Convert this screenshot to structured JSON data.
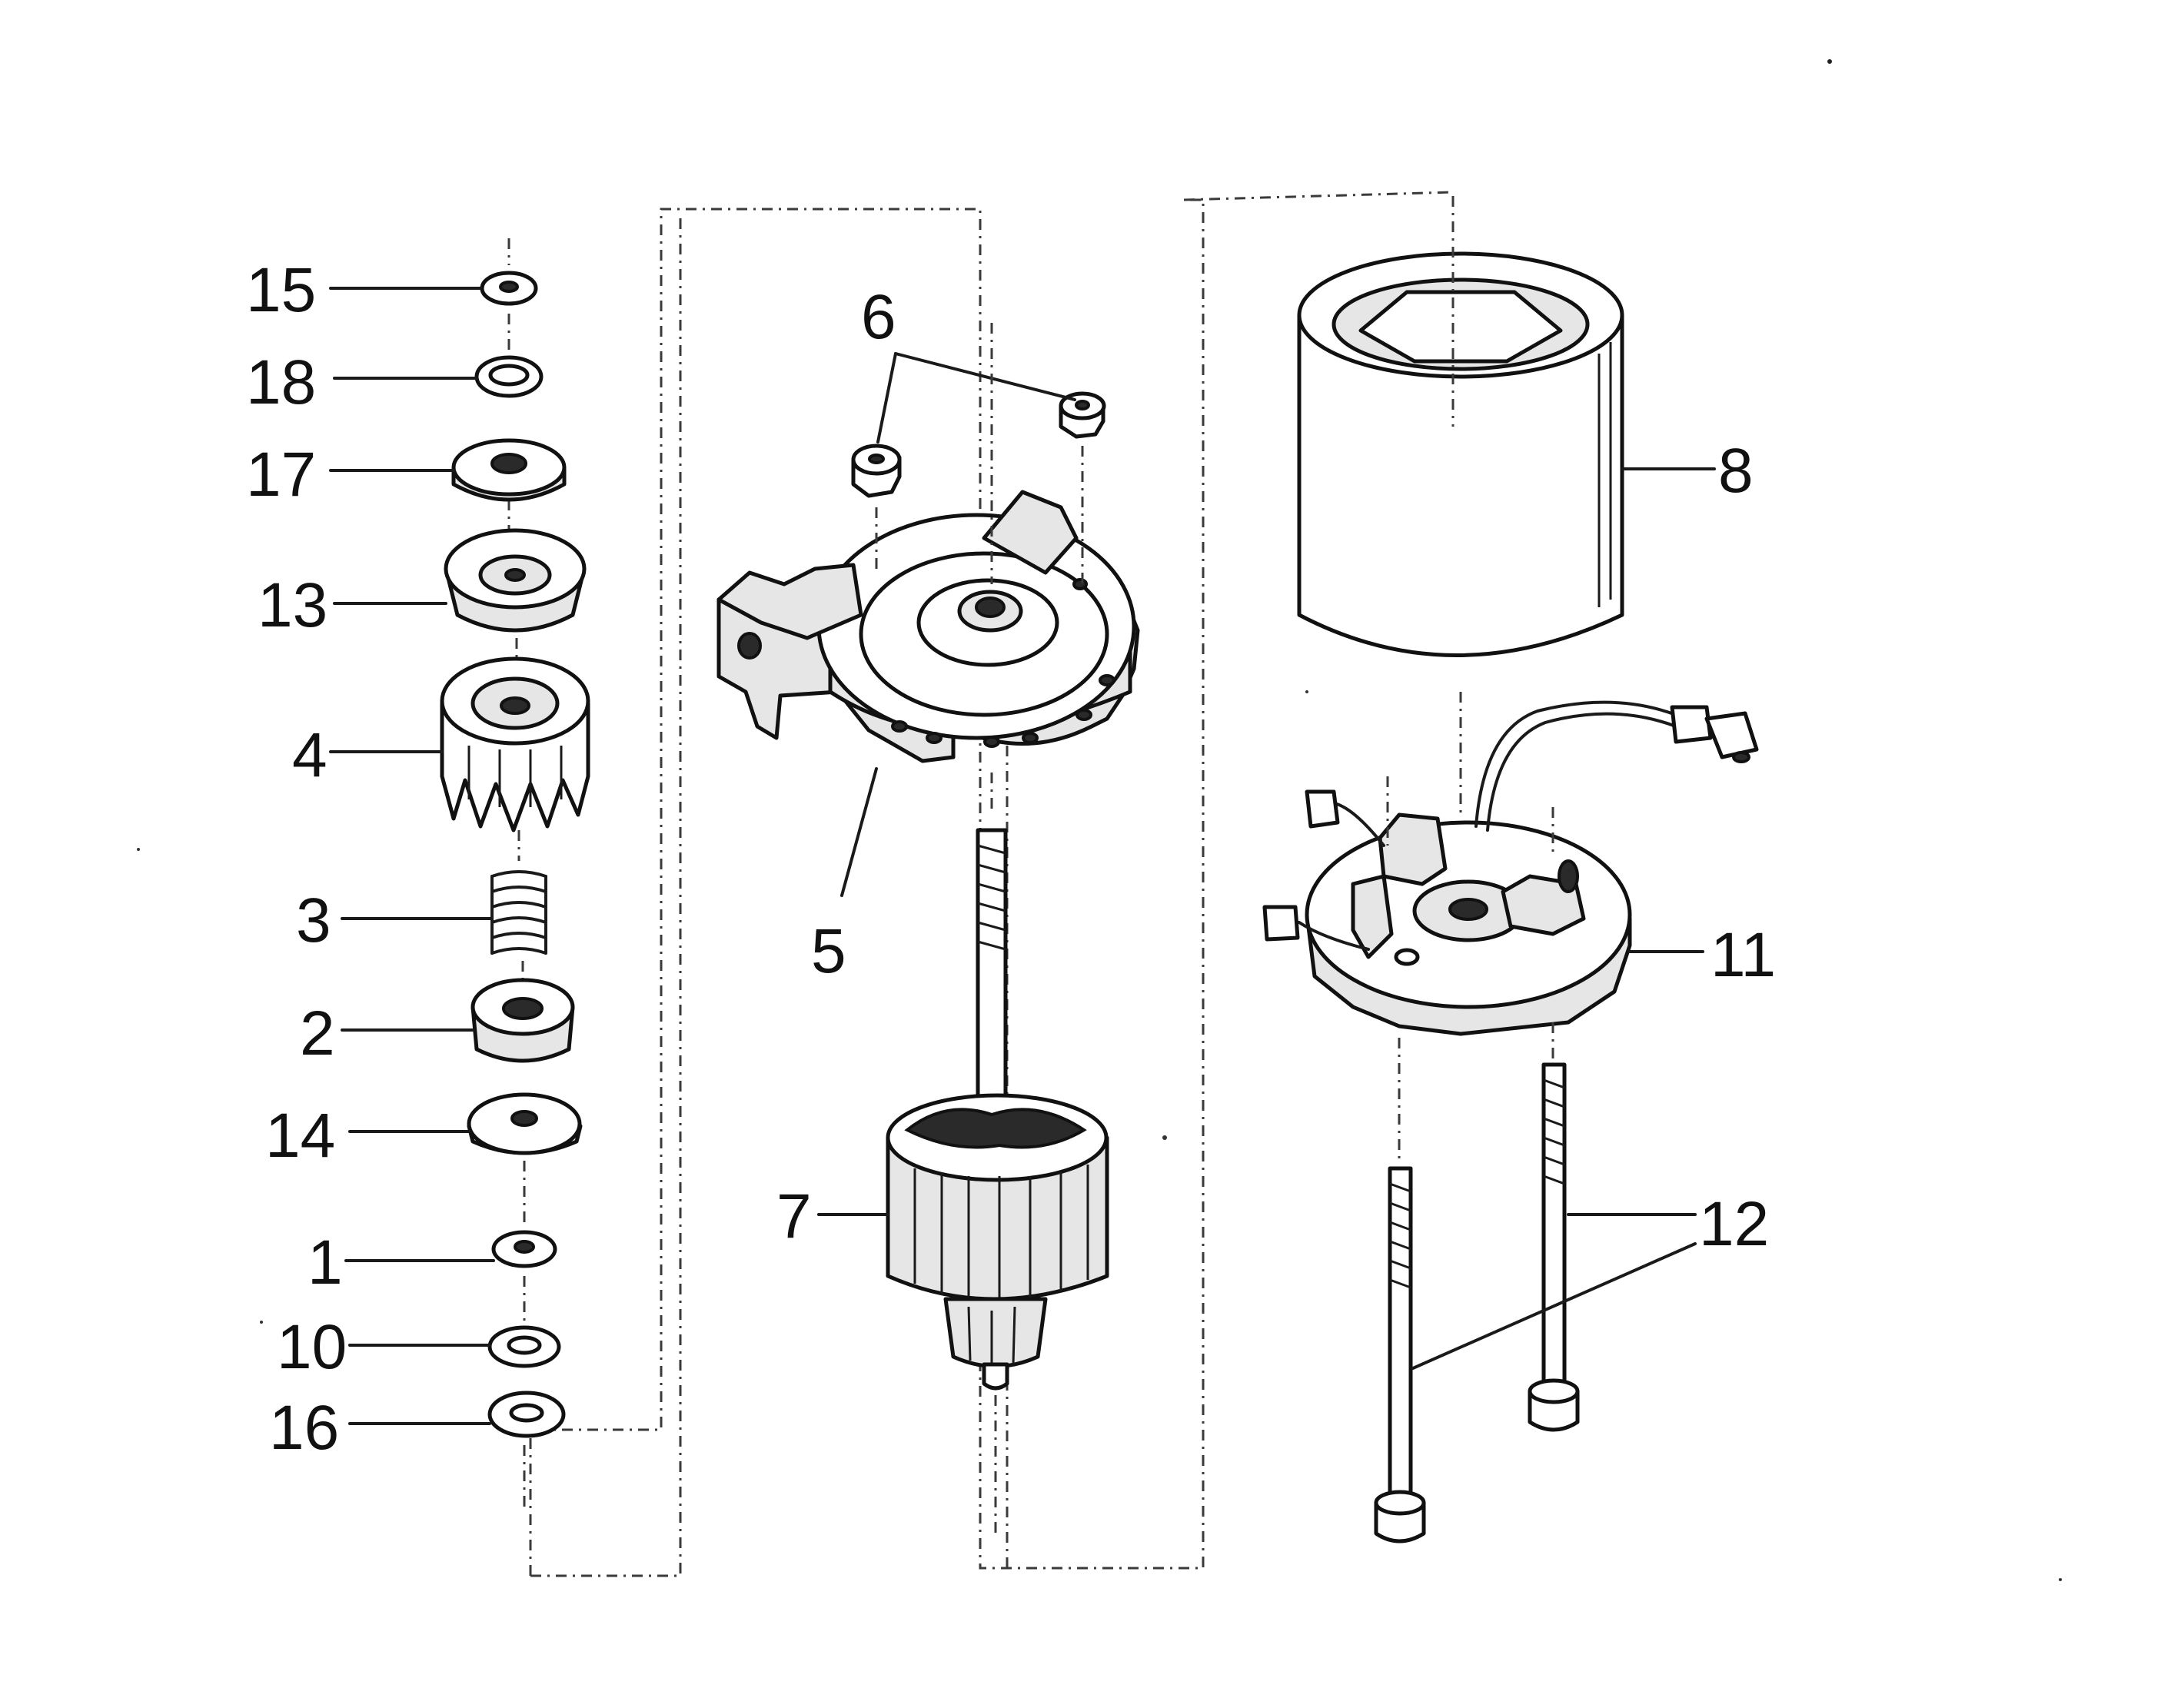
{
  "labels": {
    "p15": "15",
    "p18": "18",
    "p17": "17",
    "p13": "13",
    "p4": "4",
    "p3": "3",
    "p2": "2",
    "p14": "14",
    "p1": "1",
    "p10": "10",
    "p16": "16",
    "p6": "6",
    "p5": "5",
    "p7": "7",
    "p8": "8",
    "p11": "11",
    "p12": "12"
  }
}
